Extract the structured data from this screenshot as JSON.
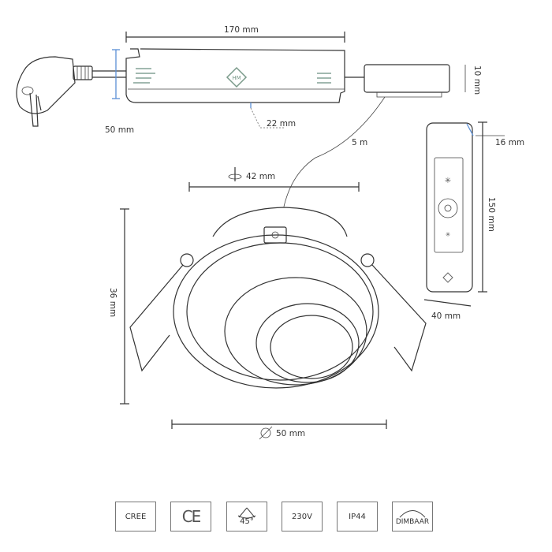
{
  "dimensions": {
    "driver_length": "170 mm",
    "driver_height": "50 mm",
    "driver_depth": "22 mm",
    "junction_height": "10 mm",
    "cable_length": "5 m",
    "cutout": "42 mm",
    "remote_depth": "16 mm",
    "remote_length": "150 mm",
    "remote_width": "40 mm",
    "lamp_height": "36 mm",
    "lamp_diameter": "50 mm"
  },
  "logo_text": "HM",
  "badges": {
    "cree": "CREE",
    "ce": "CE",
    "angle": "45°",
    "voltage": "230V",
    "ip": "IP44",
    "dim": "DIMBAAR"
  },
  "colors": {
    "dimension_accent": "#5b8fd6",
    "logo": "#7a9a8a"
  }
}
